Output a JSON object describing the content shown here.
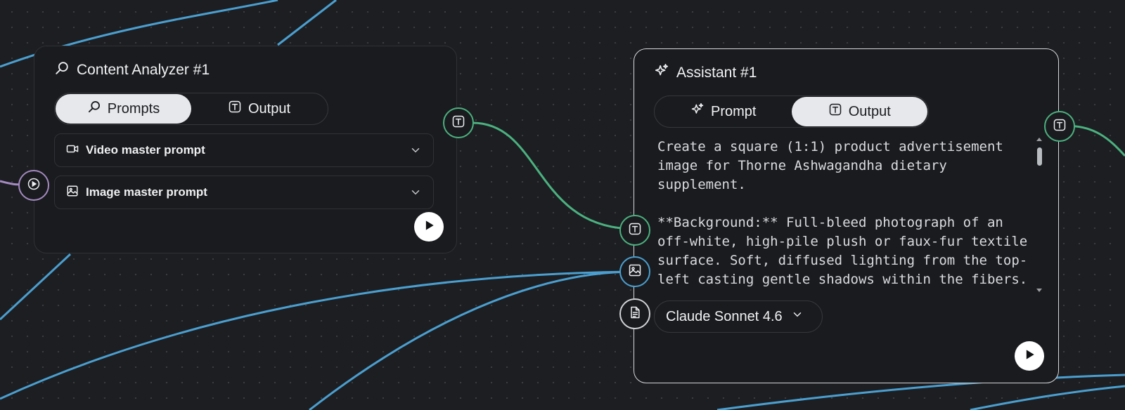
{
  "colors": {
    "canvas_bg": "#1d1e21",
    "node_bg": "#1a1b1e",
    "wire_green": "#4bb180",
    "wire_blue": "#4a9fd0",
    "wire_purple": "#a48ac2",
    "selected_border": "#d6d8dc"
  },
  "analyzer": {
    "title": "Content Analyzer #1",
    "icon": "search-icon",
    "tabs": [
      {
        "label": "Prompts",
        "icon": "search-icon",
        "active": true
      },
      {
        "label": "Output",
        "icon": "text-t-icon",
        "active": false
      }
    ],
    "sections": [
      {
        "label": "Video master prompt",
        "icon": "video-camera-icon"
      },
      {
        "label": "Image master prompt",
        "icon": "image-icon"
      }
    ]
  },
  "assistant": {
    "title": "Assistant #1",
    "icon": "sparkle-icon",
    "tabs": [
      {
        "label": "Prompt",
        "icon": "sparkle-icon",
        "active": false
      },
      {
        "label": "Output",
        "icon": "text-t-icon",
        "active": true
      }
    ],
    "output_text": "Create a square (1:1) product advertisement image for Thorne Ashwagandha dietary supplement.\n\n**Background:** Full-bleed photograph of an off-white, high-pile plush or faux-fur textile surface. Soft, diffused lighting from the top-left casting gentle shadows within the fibers. Color is cream/beige.",
    "model": "Claude Sonnet 4.6"
  }
}
